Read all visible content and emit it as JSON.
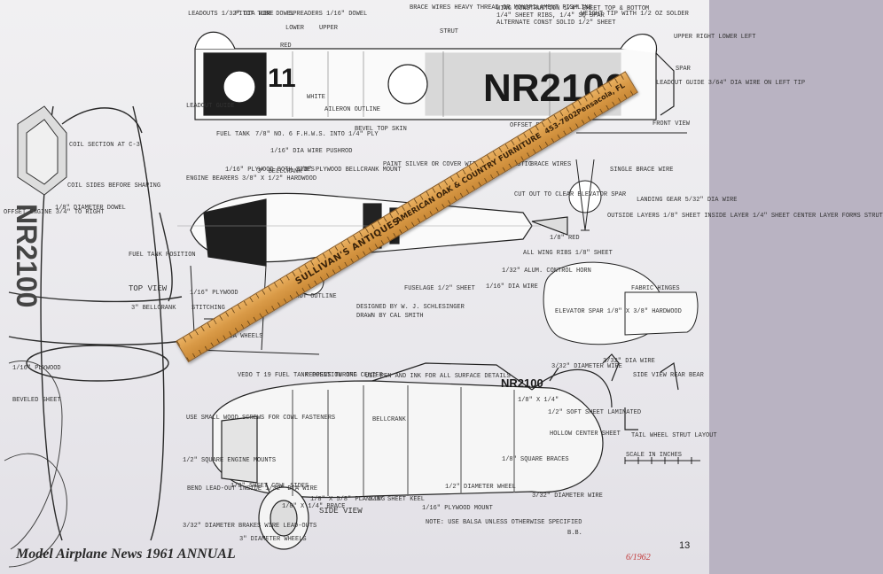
{
  "footer": {
    "title": "Model Airplane News 1961 ANNUAL",
    "page_number": "13",
    "ink_note": "6/1962"
  },
  "aircraft": {
    "registration_wing": "NR2100",
    "registration_side": "NR2100",
    "registration_top": "NR2100",
    "race_number": "11"
  },
  "ruler": {
    "text_main": "SULLIVAN'S ANTIQUES",
    "text_sub": "AMERICAN OAK & COUNTRY FURNITURE",
    "phone": "453-7802",
    "city": "Pensacola, FL"
  },
  "titles": {
    "top_view": "TOP VIEW",
    "side_view": "SIDE VIEW",
    "front_view": "FRONT VIEW",
    "scale": "SCALE IN INCHES"
  },
  "credits": {
    "designer": "DESIGNED BY W. J. SCHLESINGER",
    "drawn": "DRAWN BY CAL SMITH"
  },
  "labels": {
    "l1": "LEADOUTS 1/32\" DIA WIRE",
    "l2": "PITOT TUBE DOWEL",
    "l3": "SPREADERS 1/16\" DOWEL",
    "l4": "BRACE WIRES HEAVY THREAD OR MONOFILAMENT FISHLINE",
    "l5": "WING CONSTRUCTION 1/4\" SHEET TOP & BOTTOM",
    "l6": "1/4\" SHEET RIBS, 1/4\" SQ SPAR",
    "l7": "ALTERNATE CONST SOLID 1/2\" SHEET",
    "l8": "WEIGHT TIP WITH 1/2 OZ SOLDER",
    "l9": "UPPER RIGHT LOWER LEFT",
    "l10": "LEADOUT GUIDE 3/64\" DIA WIRE ON LEFT TIP",
    "l11": "LOWER",
    "l12": "UPPER",
    "l13": "STRUT",
    "l14": "RED",
    "l15": "WHITE",
    "l16": "SPAR",
    "l17": "LEADOUT GUIDE",
    "l18": "AILERON OUTLINE",
    "l19": "BEVEL TOP SKIN",
    "l20": "OFFSET RUDDER",
    "l21": "FUEL TANK",
    "l22": "7/8\" NO. 6 F.H.W.S. INTO 1/4\" PLY",
    "l23": "1/16\" DIA WIRE PUSHROD",
    "l24": "1/16\" PLYWOOD BOTH SIDES",
    "l25": "ENGINE BEARERS 3/8\" X 1/2\" HARDWOOD",
    "l26": "3\" BELLCRANK",
    "l27": "1/8\" PLYWOOD BELLCRANK MOUNT",
    "l28": "PAINT SILVER OR COVER WITH CLEAR PLASTIC",
    "l29": "BRACE WIRES",
    "l30": "SINGLE BRACE WIRE",
    "l31": "CUT OUT TO CLEAR ELEVATOR SPAR",
    "l32": "LANDING GEAR 5/32\" DIA WIRE",
    "l33": "OUTSIDE LAYERS 1/8\" SHEET INSIDE LAYER 1/4\" SHEET CENTER LAYER FORMS STRUT",
    "l34": "1/8\" RED",
    "l35": "ALL WING RIBS 1/8\" SHEET",
    "l36": "1/32\" ALUM. CONTROL HORN",
    "l37": "FABRIC HINGES",
    "l38": "1/16\" PLYWOOD",
    "l39": "STRUT OUTLINE",
    "l40": "FUSELAGE 1/2\" SHEET",
    "l41": "1/16\" DIA WIRE",
    "l42": "ELEVATOR SPAR 1/8\" X 3/8\" HARDWOOD",
    "l43": "STITCHING",
    "l44": "1-7/8\" DIA WHEELS",
    "l45": "3/32\" DIAMETER WIRE",
    "l46": "SIDE VIEW REAR BEAR",
    "l47": "TAIL WHEEL STRUT LAYOUT",
    "l48": "USE PEN AND INK FOR ALL SURFACE DETAILS",
    "l49": "1/2\" SOFT SHEET LAMINATED",
    "l50": "HOLLOW CENTER SHEET",
    "l51": "1/8\" SQUARE BRACES",
    "l52": "1/2\" DIAMETER WHEEL",
    "l53": "3/32\" DIAMETER WIRE",
    "l54": "NOTE: USE BALSA UNLESS OTHERWISE SPECIFIED",
    "l55": "1/16\" PLYWOOD MOUNT",
    "l56": "1/8\" SHEET KEEL",
    "l57": "1/8\" X 5/8\" PLANKING",
    "l58": "3\" DIAMETER WHEELS",
    "l59": "3/32\" DIAMETER BRAKES WIRE LEAD-OUTS",
    "l60": "BEND LEAD-OUT INSIDE 1/32\" DIA WIRE",
    "l61": "1/2\" SQUARE ENGINE MOUNTS",
    "l62": "USE SMALL WOOD SCREWS FOR COWL FASTENERS",
    "l63": "FUEL TANK POSITION",
    "l64": "COIL SECTION AT C-3",
    "l65": "COIL SIDES BEFORE SHAPING",
    "l66": "1/8\" DIAMETER DOWEL",
    "l67": "OFFSET ENGINE 3/4\" TO RIGHT",
    "l68": "3/32\" DIA WIRE",
    "l69": "1/16\" PLYWOOD",
    "l70": "BEVELED SHEET",
    "l71": "VEDO T 19 FUEL TANK POSITION OFF CENTER",
    "l72": "REOPENS TURING",
    "l73": "3\" BELLCRANK",
    "l74": "BELLCRANK",
    "l75": "1/8\" X 1/4\" BRACE",
    "l76": "1/8\" SHEET COWL SIDES",
    "l77": "1/8\" X 1/4\"",
    "l78": "B.B."
  },
  "colors": {
    "paper": "#eeedf0",
    "ink": "#1f1f1f",
    "ruler": "#d99a47",
    "background": "#c8c4cf"
  }
}
